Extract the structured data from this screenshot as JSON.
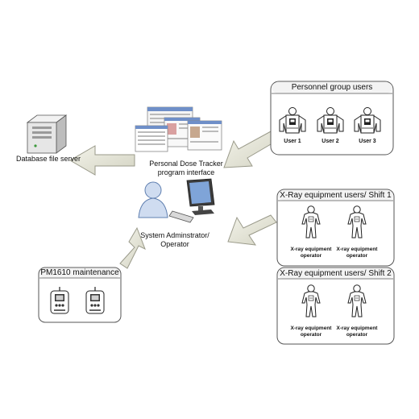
{
  "nodes": {
    "database_server": {
      "label": "Database file server",
      "icon": "server-icon"
    },
    "pdt_interface": {
      "label_line1": "Personal Dose Tracker",
      "label_line2": "program interface",
      "icon": "screenshots-icon"
    },
    "admin": {
      "label_line1": "System Adminstrator/",
      "label_line2": "Operator",
      "icon": "workstation-icon"
    }
  },
  "groups": {
    "personnel": {
      "title": "Personnel group users",
      "users": [
        {
          "label": "User 1"
        },
        {
          "label": "User 2"
        },
        {
          "label": "User 3"
        }
      ]
    },
    "shift1": {
      "title": "X-Ray equipment users/ Shift 1",
      "operators": [
        {
          "line1": "X-ray equipment",
          "line2": "operator"
        },
        {
          "line1": "X-ray equipment",
          "line2": "operator"
        }
      ]
    },
    "shift2": {
      "title": "X-Ray equipment users/ Shift 2",
      "operators": [
        {
          "line1": "X-ray equipment",
          "line2": "operator"
        },
        {
          "line1": "X-ray equipment",
          "line2": "operator"
        }
      ]
    },
    "pm1610": {
      "title": "PM1610 maintenance",
      "devices": [
        {
          "icon": "dosimeter-icon"
        },
        {
          "icon": "dosimeter-icon"
        }
      ]
    }
  },
  "colors": {
    "arrow_fill": "#e4e4d8",
    "arrow_stroke": "#9a9a8a",
    "box_fill": "#ffffff",
    "box_stroke": "#555555",
    "screen_blue": "#6f8fc8"
  }
}
